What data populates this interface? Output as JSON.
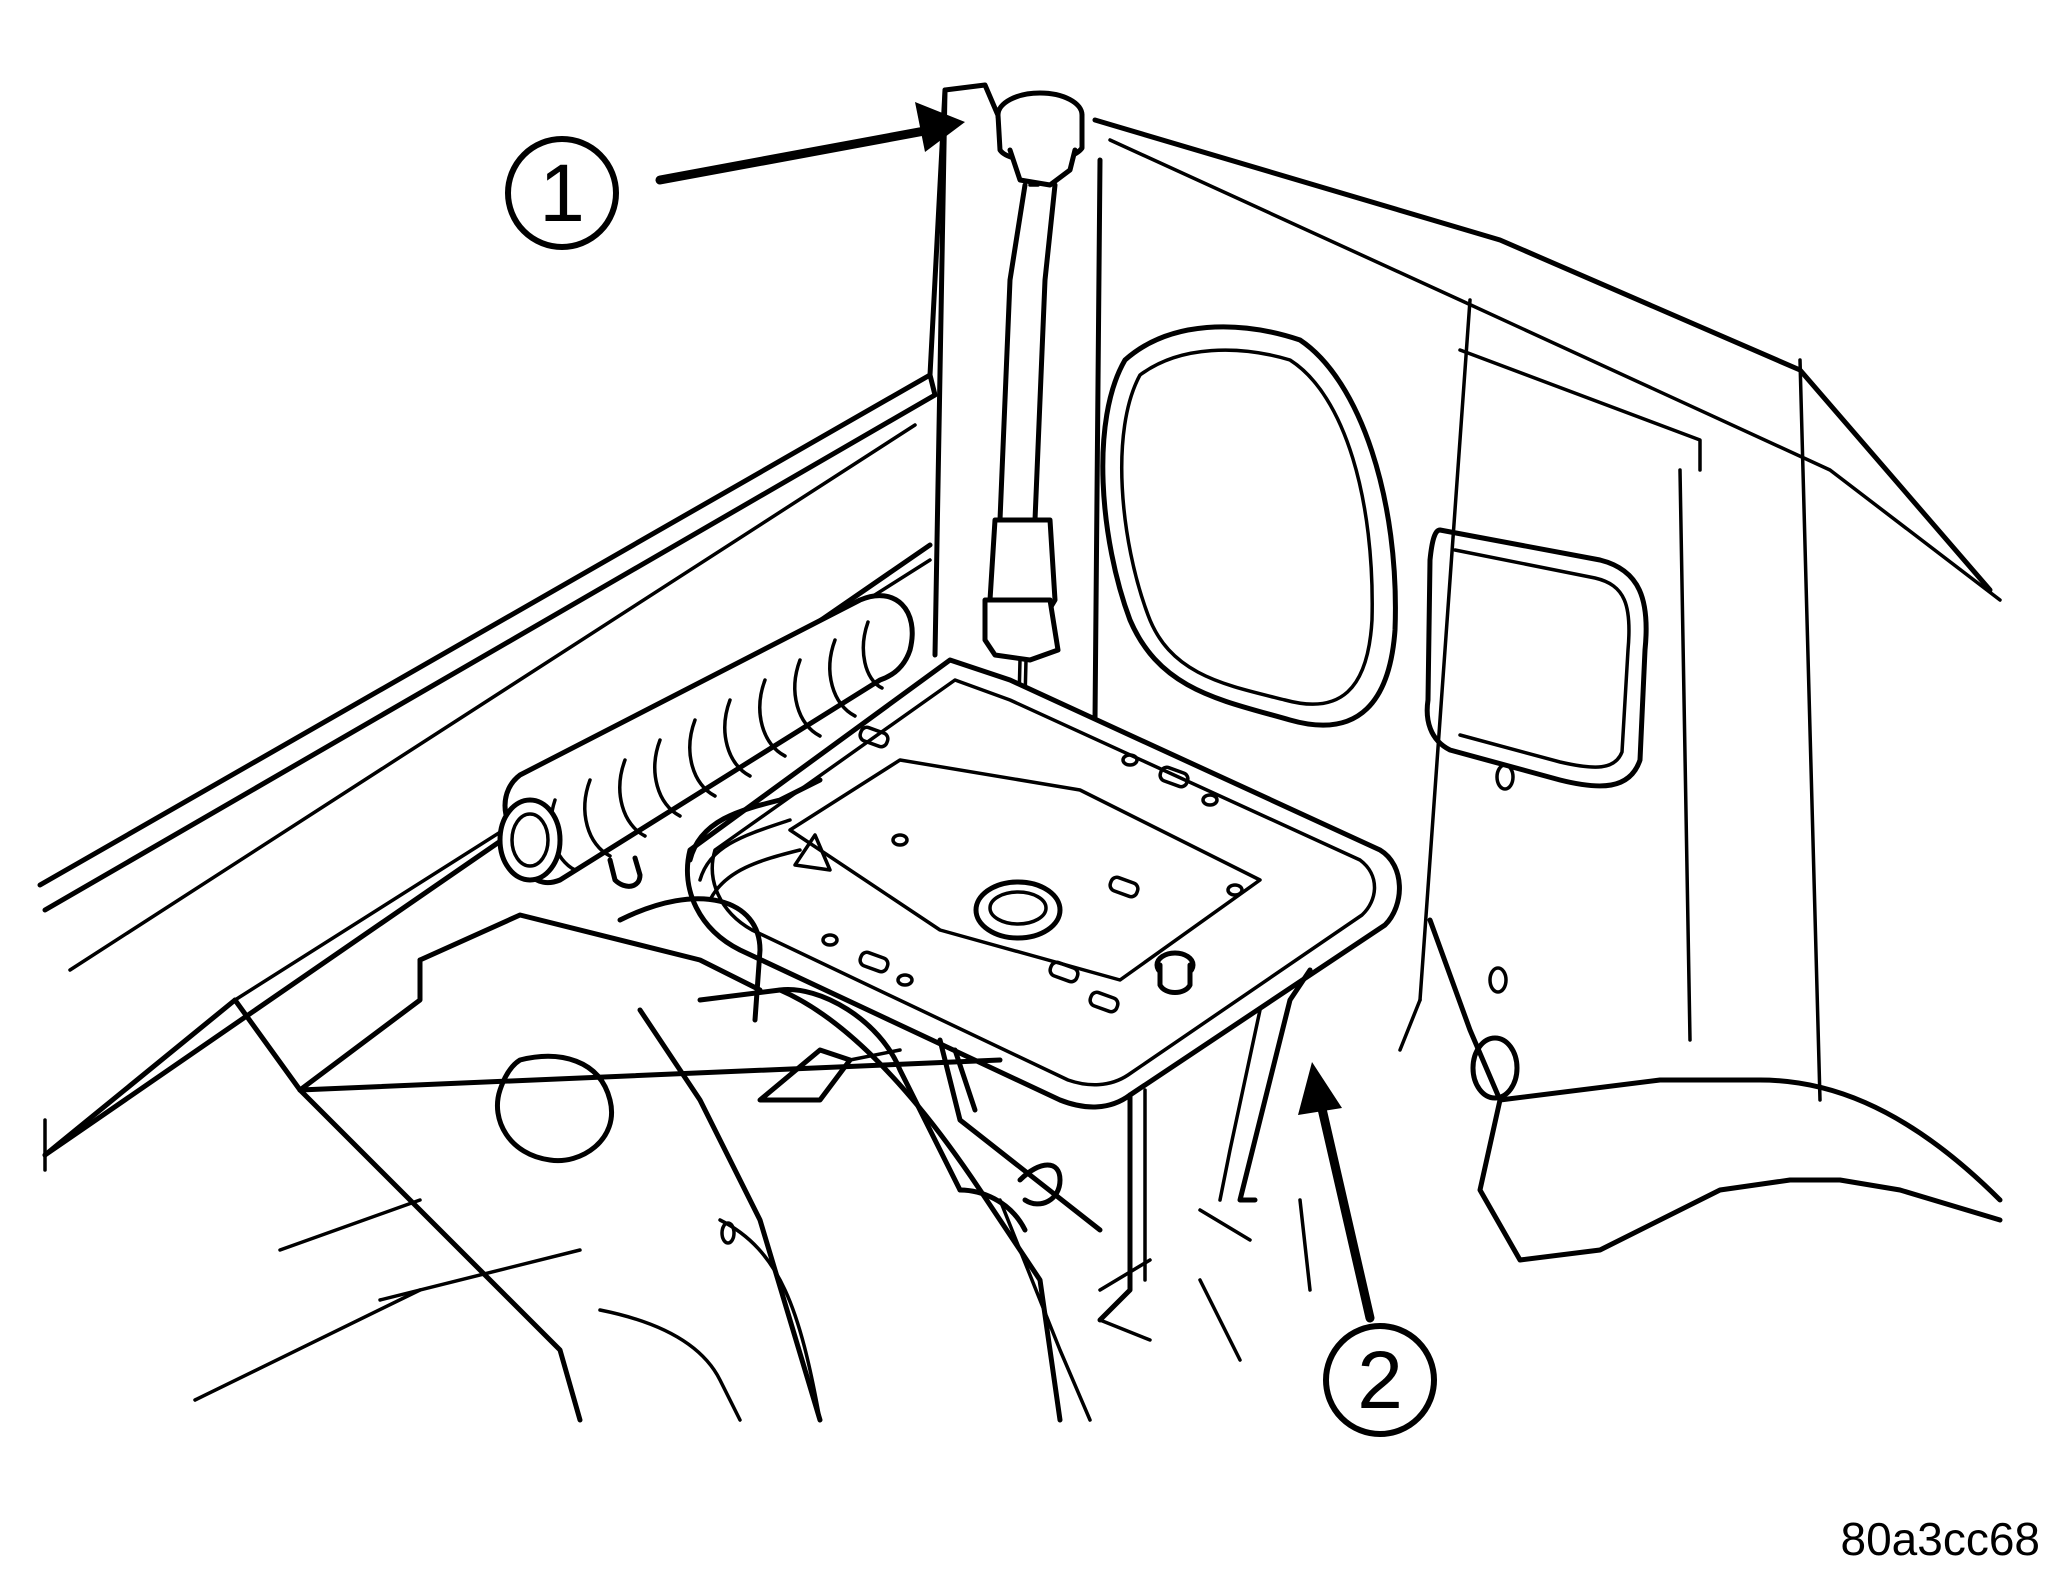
{
  "callouts": [
    {
      "label": "1"
    },
    {
      "label": "2"
    }
  ],
  "figure_id": "80a3cc68",
  "colors": {
    "ink": "#000000",
    "paper": "#ffffff"
  }
}
